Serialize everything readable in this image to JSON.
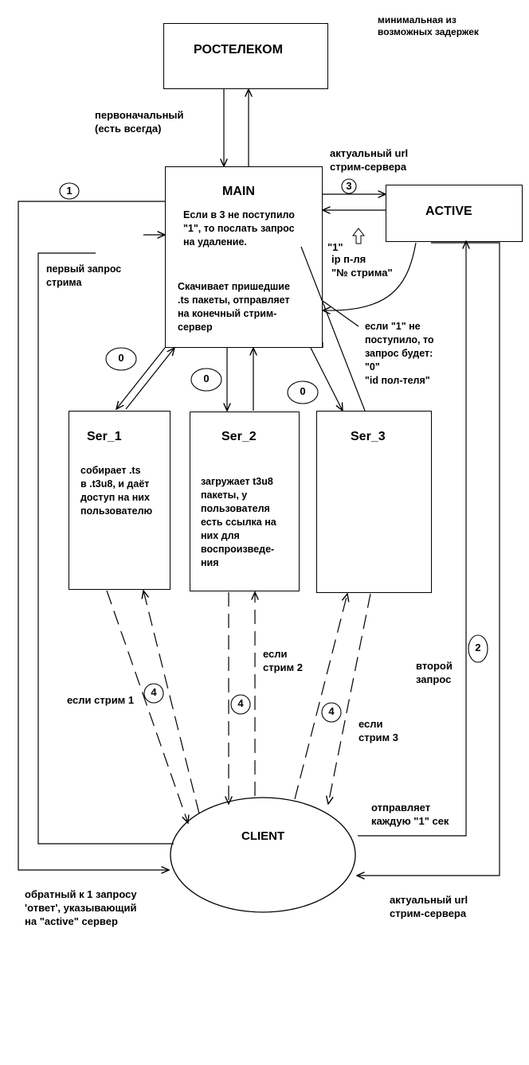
{
  "boxes": {
    "rostelecom": "РОСТЕЛЕКОМ",
    "main": "MAIN",
    "active": "ACTIVE",
    "ser1": "Ser_1",
    "ser2": "Ser_2",
    "ser3": "Ser_3",
    "client": "CLIENT"
  },
  "notes": {
    "min_delay": "минимальная из\nвозможных задержек",
    "initial": "первоначальный\n(есть всегда)",
    "actual_url_top": "актуальный url\nстрим-сервера",
    "main_if3": "Если в 3 не поступило\n\"1\", то послать запрос\nна удаление.",
    "main_download": "Скачивает пришедшие\n.ts пакеты, отправляет\nна конечный стрим-\nсервер",
    "one_quote": "\"1\"",
    "ip_stream": "ip п-ля\n\"№ стрима\"",
    "first_request": "первый запрос\n  стрима",
    "if_not_one": "если \"1\" не\nпоступило, то\nзапрос будет:\n\"0\"\n\"id пол-теля\"",
    "ser1_desc": "собирает .ts\nв .t3u8, и даёт\nдоступ на них\nпользователю",
    "ser2_desc": "загружает t3u8\nпакеты, у\nпользователя\nесть ссылка на\nних для\nвоспроизведе-\nния",
    "if_stream1": "если стрим 1",
    "if_stream2": "если\nстрим 2",
    "if_stream3": "если\nстрим 3",
    "second_request": "второй\nзапрос",
    "sends_every": "отправляет\nкаждую \"1\" сек",
    "reply": "обратный к 1 запросу\n'ответ', указывающий\nна \"active\" сервер",
    "actual_url_bottom": "актуальный url\nстрим-сервера"
  },
  "numbers": {
    "n1": "1",
    "n2": "2",
    "n3": "3",
    "z1": "0",
    "z2": "0",
    "z3": "0",
    "f1": "4",
    "f2": "4",
    "f3": "4"
  }
}
